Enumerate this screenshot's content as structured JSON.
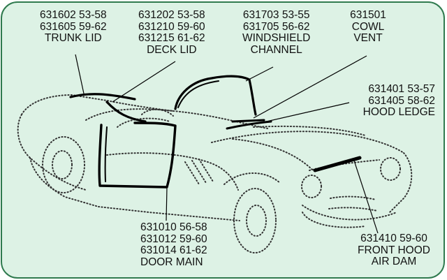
{
  "callouts": {
    "trunk_lid": {
      "lines": [
        "631602  53-58",
        "631605  59-62"
      ],
      "name": "TRUNK LID"
    },
    "deck_lid": {
      "lines": [
        "631202  53-58",
        "631210  59-60",
        "631215  61-62"
      ],
      "name": "DECK LID"
    },
    "windshield_channel": {
      "lines": [
        "631703  53-55",
        "631705  56-62"
      ],
      "name_line1": "WINDSHIELD",
      "name_line2": "CHANNEL"
    },
    "cowl_vent": {
      "part": "631501",
      "name_line1": "COWL",
      "name_line2": "VENT"
    },
    "hood_ledge": {
      "lines": [
        "631401  53-57",
        "631405  58-62"
      ],
      "name": "HOOD LEDGE"
    },
    "door_main": {
      "lines": [
        "631010  56-58",
        "631012  59-60",
        "631014  61-62"
      ],
      "name": "DOOR MAIN"
    },
    "front_hood_air_dam": {
      "line": "631410  59-60",
      "name_line1": "FRONT HOOD",
      "name_line2": "AIR DAM"
    }
  },
  "colors": {
    "panel_background": "#ddf2e5",
    "panel_border": "#2f7a4e",
    "seal_line": "#000000",
    "outline_dots": "#333333"
  }
}
